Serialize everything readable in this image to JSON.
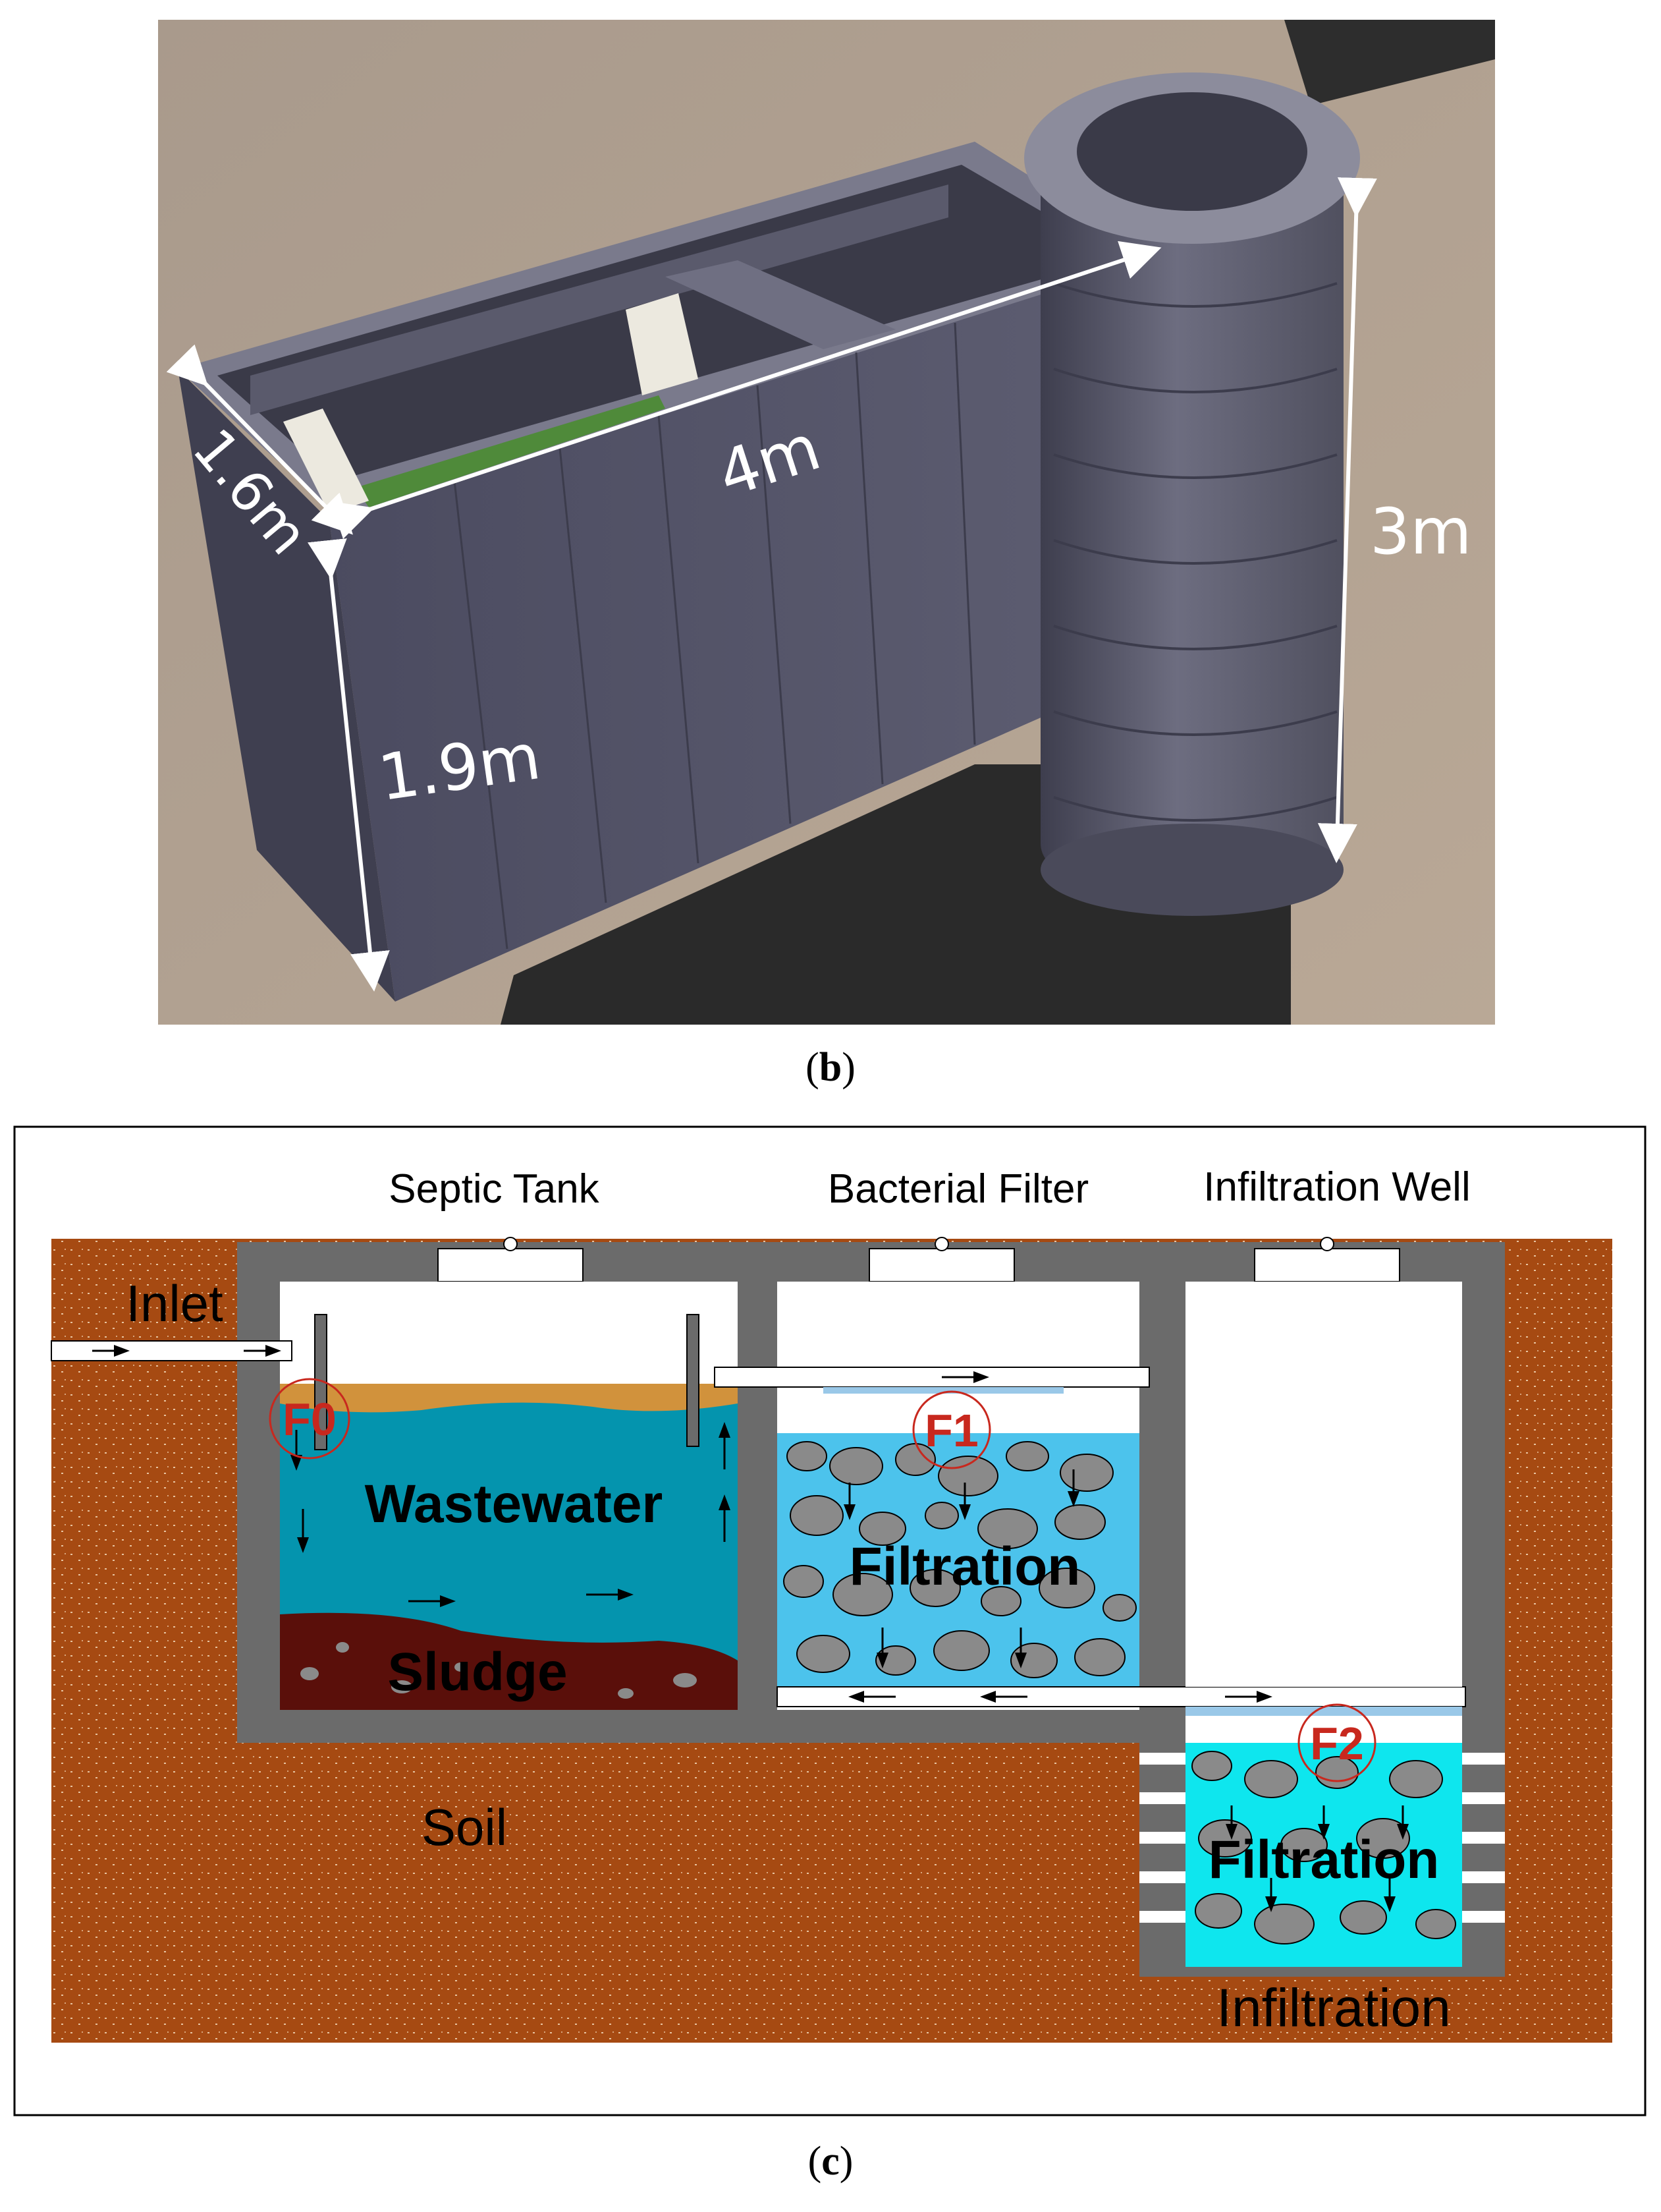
{
  "figure_b": {
    "caption_open": "(",
    "caption_letter": "b",
    "caption_close": ")",
    "dims": {
      "width": "1.6m",
      "length": "4m",
      "depth": "1.9m",
      "well_height": "3m"
    }
  },
  "figure_c": {
    "caption_open": "(",
    "caption_letter": "c",
    "caption_close": ")",
    "headers": {
      "septic_tank": "Septic Tank",
      "bacterial_filter": "Bacterial Filter",
      "infiltration_well": "Infiltration Well"
    },
    "labels": {
      "inlet": "Inlet",
      "wastewater": "Wastewater",
      "sludge": "Sludge",
      "filtration_1": "Filtration",
      "filtration_2": "Filtration",
      "soil": "Soil",
      "infiltration": "Infiltration"
    },
    "markers": {
      "f0": "F0",
      "f1": "F1",
      "f2": "F2"
    }
  },
  "colors": {
    "soil": "#a64a12",
    "concrete": "#6b6b6b",
    "water": "#0494ae",
    "sludge": "#5a0f0a",
    "scum": "#d1923c",
    "filter_water": "#4cc3ec",
    "well_water": "#0ee6ee",
    "stones": "#8a8a8a",
    "marker": "#c8281e"
  }
}
